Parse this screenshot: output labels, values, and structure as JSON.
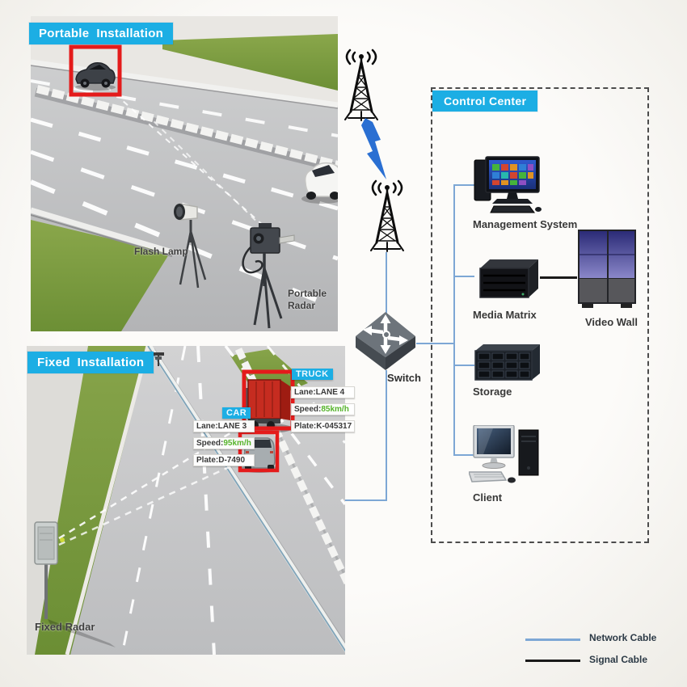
{
  "colors": {
    "accent_cyan": "#1caee4",
    "network_cable_blue": "#7da7d5",
    "signal_cable_black": "#1a1a1a",
    "detection_red": "#e41b1b",
    "speed_green": "#55b32a",
    "lightning_blue": "#2a6fd2"
  },
  "portable": {
    "title": "Portable  Installation",
    "flash_lamp_label": "Flash Lamp",
    "radar_label_line1": "Portable",
    "radar_label_line2": "Radar"
  },
  "fixed": {
    "title": "Fixed  Installation",
    "radar_label": "Fixed Radar",
    "truck": {
      "tag": "TRUCK",
      "rows": [
        {
          "label": "Lane:",
          "value": "LANE 4"
        },
        {
          "label": "Speed:",
          "value": "85km/h"
        },
        {
          "label": "Plate:",
          "value": "K-045317"
        }
      ]
    },
    "car": {
      "tag": "CAR",
      "rows": [
        {
          "label": "Lane:",
          "value": "LANE 3"
        },
        {
          "label": "Speed:",
          "value": "95km/h"
        },
        {
          "label": "Plate:",
          "value": "D-7490"
        }
      ]
    }
  },
  "network": {
    "switch_label": "Switch"
  },
  "control_center": {
    "title": "Control Center",
    "devices": {
      "management_system": {
        "label": "Management System"
      },
      "media_matrix": {
        "label": "Media Matrix"
      },
      "video_wall": {
        "label": "Video Wall"
      },
      "storage": {
        "label": "Storage"
      },
      "client": {
        "label": "Client"
      }
    }
  },
  "legend": {
    "network_cable": "Network Cable",
    "signal_cable": "Signal Cable"
  }
}
